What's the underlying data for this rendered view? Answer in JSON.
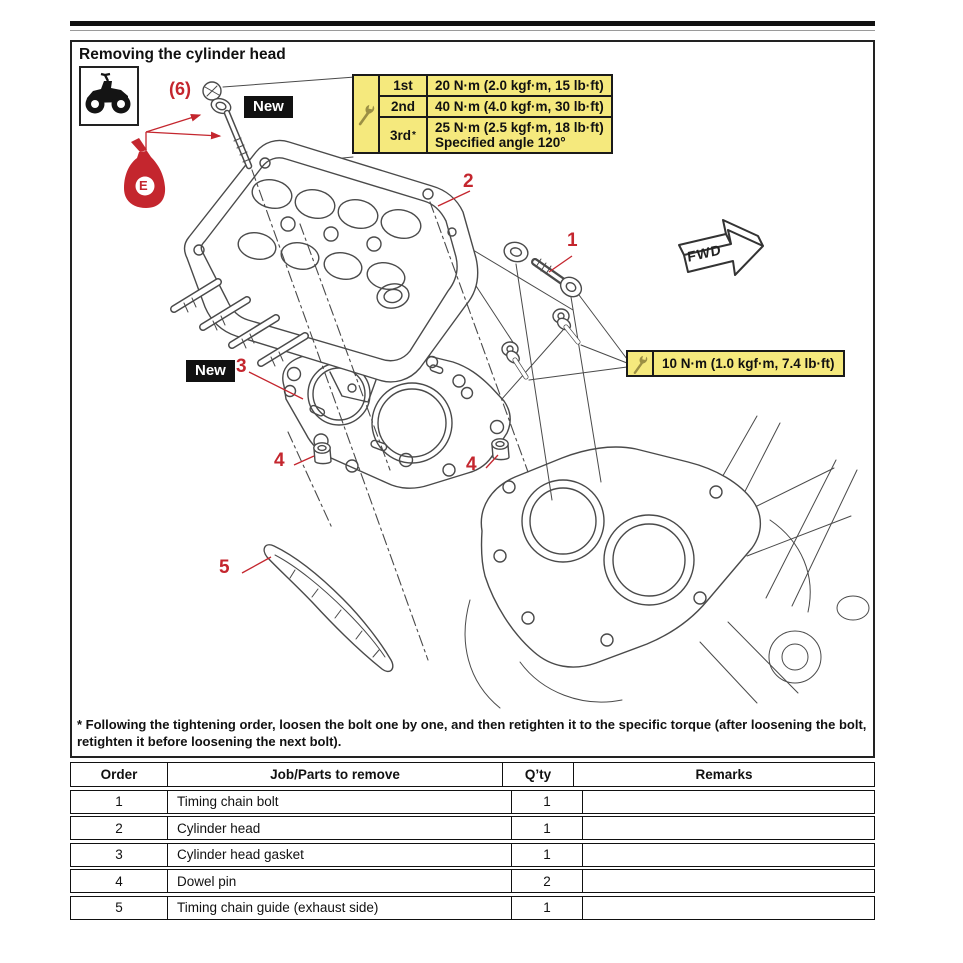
{
  "page": {
    "title": "Removing the cylinder head"
  },
  "torque_table": {
    "steps": [
      {
        "step": "1st",
        "sup": "",
        "value": "20 N·m (2.0 kgf·m, 15 lb·ft)",
        "value2": ""
      },
      {
        "step": "2nd",
        "sup": "",
        "value": "40 N·m (4.0 kgf·m, 30 lb·ft)",
        "value2": ""
      },
      {
        "step": "3rd",
        "sup": "*",
        "value": "25 N·m (2.5 kgf·m, 18 lb·ft)",
        "value2": "Specified angle 120°"
      }
    ]
  },
  "callouts": {
    "bolt_count": "(6)",
    "new_top": "New",
    "new_gasket": "New",
    "torque_small": "10 N·m (1.0 kgf·m, 7.4 lb·ft)",
    "fwd": "FWD",
    "oil_grade": "E",
    "part_labels": {
      "n1": "1",
      "n2": "2",
      "n3": "3",
      "n4a": "4",
      "n4b": "4",
      "n5": "5"
    }
  },
  "footnote": "* Following the tightening order, loosen the bolt one by one, and then retighten it to the specific torque (after loosening the bolt, retighten it before loosening the next bolt).",
  "parts_table": {
    "headers": [
      "Order",
      "Job/Parts to remove",
      "Q’ty",
      "Remarks"
    ],
    "rows": [
      {
        "order": "1",
        "job": "Timing chain bolt",
        "qty": "1",
        "remarks": ""
      },
      {
        "order": "2",
        "job": "Cylinder head",
        "qty": "1",
        "remarks": ""
      },
      {
        "order": "3",
        "job": "Cylinder head gasket",
        "qty": "1",
        "remarks": ""
      },
      {
        "order": "4",
        "job": "Dowel pin",
        "qty": "2",
        "remarks": ""
      },
      {
        "order": "5",
        "job": "Timing chain guide (exhaust side)",
        "qty": "1",
        "remarks": ""
      }
    ]
  },
  "colors": {
    "accent_red": "#c4262e",
    "note_yellow": "#f5e97d"
  }
}
